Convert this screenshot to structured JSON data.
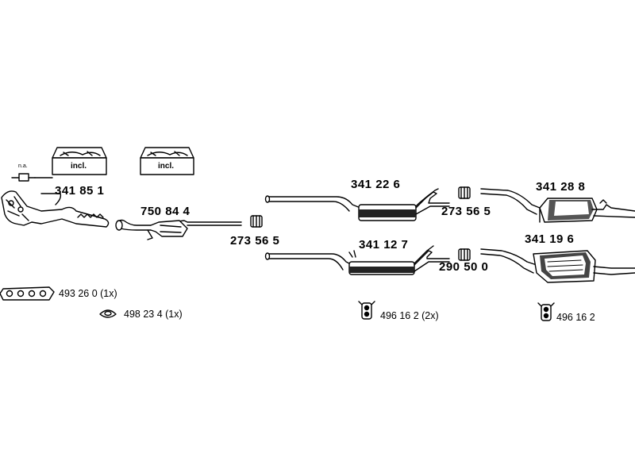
{
  "note": "n.a.",
  "included_label": "incl.",
  "parts": {
    "manifold_pipe": "341 85 1",
    "catalytic_converter": "750 84 4",
    "clamp_left": "273 56 5",
    "middle_silencer_top": "341 22 6",
    "middle_silencer_bottom": "341 12 7",
    "clamp_top_right": "273 56 5",
    "clamp_bottom_right": "290 50 0",
    "rear_silencer_top": "341 28 8",
    "rear_silencer_bottom": "341 19 6"
  },
  "accessories": {
    "gasket_manifold": "493 26 0 (1x)",
    "gasket_ring": "498 23 4 (1x)",
    "rubber_mount_middle": "496 16 2 (2x)",
    "rubber_mount_rear": "496 16 2"
  }
}
